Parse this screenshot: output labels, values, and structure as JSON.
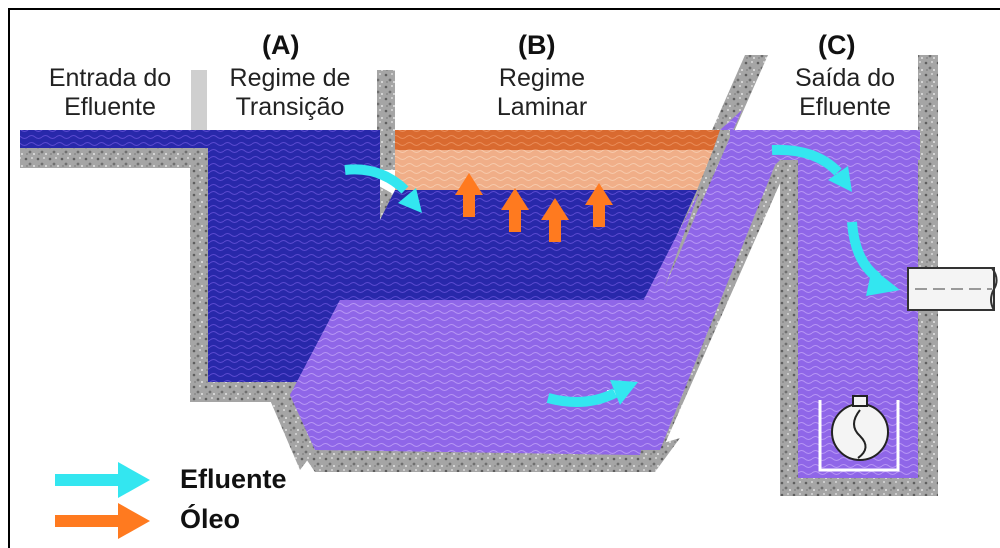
{
  "labels": {
    "inlet_line1": "Entrada do",
    "inlet_line2": "Efluente",
    "section_a": "(A)",
    "section_a_line1": "Regime de",
    "section_a_line2": "Transição",
    "section_b": "(B)",
    "section_b_line1": "Regime",
    "section_b_line2": "Laminar",
    "section_c": "(C)",
    "section_c_line1": "Saída do",
    "section_c_line2": "Efluente"
  },
  "legend": {
    "effluent": "Efluente",
    "oil": "Óleo"
  },
  "colors": {
    "effluent_arrow": "#33e6f0",
    "oil_arrow": "#ff7a1f",
    "dark_water": "#2323a8",
    "light_water": "#8c63e6",
    "oil_layer": "#f2b08a",
    "oil_top": "#d9622b",
    "concrete": "#9c9c9c"
  }
}
